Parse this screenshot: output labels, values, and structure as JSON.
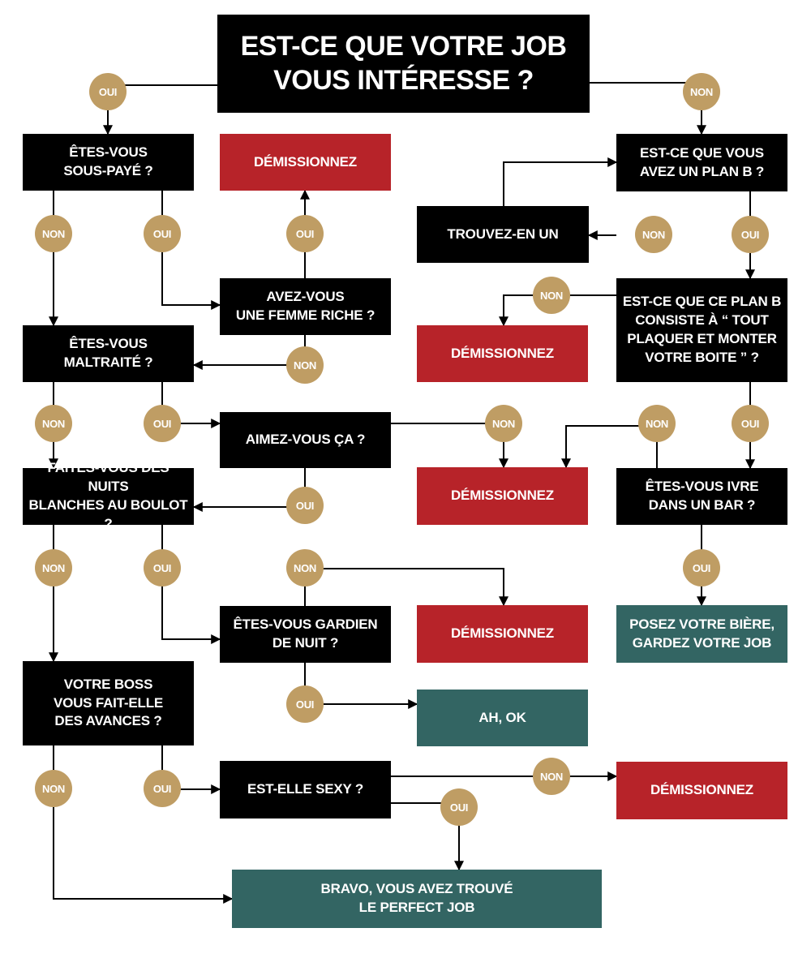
{
  "answers": {
    "yes": "OUI",
    "no": "NON"
  },
  "colors": {
    "question": "#000000",
    "quit": "#b72329",
    "outcome": "#336563",
    "badge": "#bf9d64",
    "line": "#000000"
  },
  "nodes": {
    "start": "EST-CE QUE VOTRE JOB\nVOUS INTÉRESSE ?",
    "underpaid": "ÊTES-VOUS\nSOUS-PAYÉ ?",
    "quit_1": "DÉMISSIONNEZ",
    "plan_b": "EST-CE QUE VOUS\nAVEZ UN PLAN B ?",
    "find_one": "TROUVEZ-EN UN",
    "rich_wife": "AVEZ-VOUS\nUNE FEMME RICHE ?",
    "plan_b_startup": "EST-CE QUE CE PLAN B\nCONSISTE À “ TOUT\nPLAQUER ET MONTER\nVOTRE BOITE ” ?",
    "abused": "ÊTES-VOUS\nMALTRAITÉ ?",
    "quit_2": "DÉMISSIONNEZ",
    "like_it": "AIMEZ-VOUS ÇA ?",
    "quit_3": "DÉMISSIONNEZ",
    "drunk_bar": "ÊTES-VOUS IVRE\nDANS UN BAR ?",
    "night_shifts": "FAITES-VOUS DES NUITS\nBLANCHES AU BOULOT ?",
    "night_guard": "ÊTES-VOUS GARDIEN\nDE NUIT ?",
    "quit_4": "DÉMISSIONNEZ",
    "put_beer": "POSEZ VOTRE BIÈRE,\nGARDEZ VOTRE JOB",
    "boss_advances": "VOTRE BOSS\nVOUS FAIT-ELLE\nDES AVANCES ?",
    "ah_ok": "AH, OK",
    "is_she_sexy": "EST-ELLE SEXY ?",
    "quit_5": "DÉMISSIONNEZ",
    "perfect_job": "BRAVO, VOUS AVEZ TROUVÉ\nLE PERFECT JOB"
  }
}
